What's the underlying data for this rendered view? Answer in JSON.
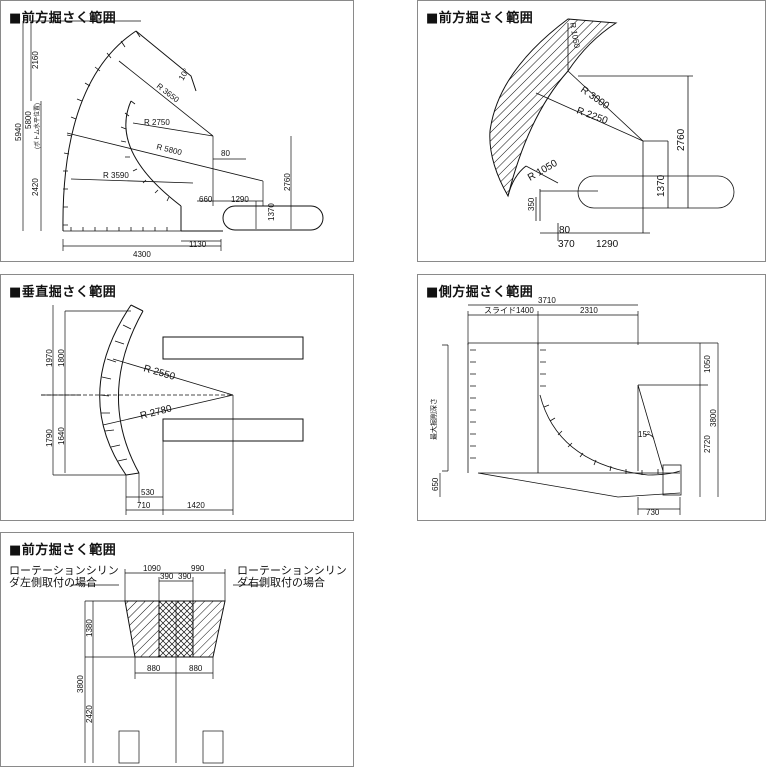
{
  "panels": {
    "p1": {
      "title": "■前方掘さく範囲",
      "dims": {
        "d2160": "2160",
        "d5940": "5940",
        "d5800v": "5800",
        "note": "(ボトム水平位置)",
        "d2420": "2420",
        "r3650": "R 3650",
        "r2750": "R 2750",
        "r5800": "R 5800",
        "r3590": "R 3590",
        "a10": "10°",
        "d80": "80",
        "d660": "660",
        "d1290": "1290",
        "d2760": "2760",
        "d1370": "1370",
        "d4300": "4300",
        "d1130": "1130"
      }
    },
    "p2": {
      "title": "■前方掘さく範囲",
      "dims": {
        "r1050top": "R 1050",
        "r3000": "R 3000",
        "r2250": "R 2250",
        "r1050": "R 1050",
        "d2760": "2760",
        "d1370": "1370",
        "d350": "350",
        "d80": "80",
        "d370": "370",
        "d1290": "1290"
      }
    },
    "p3": {
      "title": "■垂直掘さく範囲",
      "dims": {
        "d1970": "1970",
        "d1800": "1800",
        "d1790": "1790",
        "d1640": "1640",
        "r2550": "R 2550",
        "r2780": "R 2780",
        "d530": "530",
        "d710": "710",
        "d1420": "1420"
      }
    },
    "p4": {
      "title": "■側方掘さく範囲",
      "dims": {
        "d3710": "3710",
        "slide": "スライド1400",
        "d2310": "2310",
        "d1050": "1050",
        "d2720": "2720",
        "d3800": "3800",
        "a15": "15°",
        "d650": "650",
        "d730": "730",
        "side": "最大掘削深さ"
      }
    },
    "p5": {
      "title": "■前方掘さく範囲",
      "left_note_1": "ローテーションシリン",
      "left_note_2": "ダ左側取付の場合",
      "right_note_1": "ローテーションシリン",
      "right_note_2": "ダ右側取付の場合",
      "dims": {
        "d1090": "1090",
        "d990": "990",
        "d390a": "390",
        "d390b": "390",
        "d1380": "1380",
        "d3800": "3800",
        "d880a": "880",
        "d880b": "880",
        "d2420": "2420"
      }
    }
  }
}
